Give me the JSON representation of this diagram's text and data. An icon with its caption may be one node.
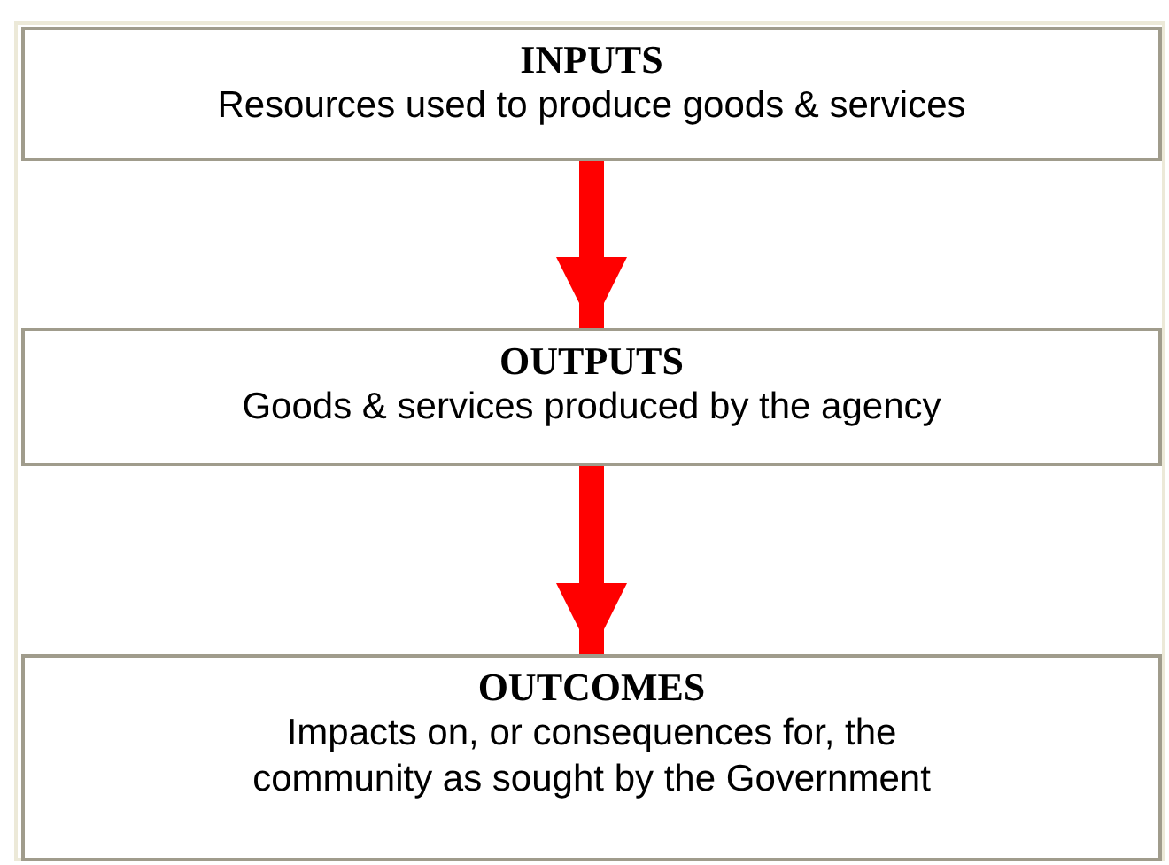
{
  "diagram": {
    "nodes": [
      {
        "text": [
          "INPUTS",
          "Resources used to produce goods & services"
        ]
      },
      {
        "text": [
          "OUTPUTS",
          "Goods & services produced by the agency"
        ]
      },
      {
        "text": [
          "OUTCOMES",
          "Impacts on, or consequences for, the community as sought by the Government"
        ]
      }
    ],
    "edges": [
      {
        "from": 0,
        "to": 1,
        "arrow": "to",
        "color": "#ff0000"
      },
      {
        "from": 1,
        "to": 2,
        "arrow": "to",
        "color": "#ff0000"
      }
    ]
  }
}
